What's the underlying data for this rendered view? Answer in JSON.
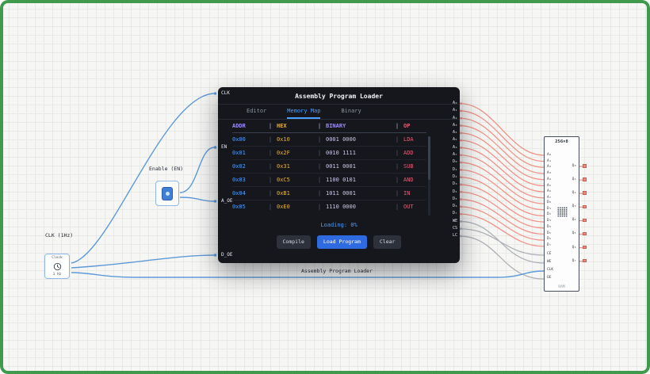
{
  "frame": {
    "border_color": "#3f9a4e"
  },
  "loader_panel": {
    "title": "Assembly Program Loader",
    "tabs": [
      {
        "label": "Editor",
        "active": false
      },
      {
        "label": "Memory Map",
        "active": true
      },
      {
        "label": "Binary",
        "active": false
      }
    ],
    "table": {
      "separator": "|",
      "headers": {
        "addr": "ADDR",
        "hex": "HEX",
        "binary": "BINARY",
        "op": "OP"
      },
      "rows": [
        {
          "addr": "0x00",
          "hex": "0x10",
          "binary": "0001 0000",
          "op": "LDA"
        },
        {
          "addr": "0x01",
          "hex": "0x2F",
          "binary": "0010 1111",
          "op": "ADD"
        },
        {
          "addr": "0x02",
          "hex": "0x31",
          "binary": "0011 0001",
          "op": "SUB"
        },
        {
          "addr": "0x03",
          "hex": "0xC5",
          "binary": "1100 0101",
          "op": "AND"
        },
        {
          "addr": "0x04",
          "hex": "0xB1",
          "binary": "1011 0001",
          "op": "IN"
        },
        {
          "addr": "0x05",
          "hex": "0xE0",
          "binary": "1110 0000",
          "op": "OUT"
        }
      ]
    },
    "loading_text": "Loading: 0%",
    "buttons": {
      "compile": "Compile",
      "load": "Load Program",
      "clear": "Clear"
    },
    "input_ports": [
      "CLK",
      "EN",
      "A_OE",
      "D_OE"
    ],
    "output_ports": [
      "A₀",
      "A₁",
      "A₂",
      "A₃",
      "A₄",
      "A₅",
      "A₆",
      "A₇",
      "D₀",
      "D₁",
      "D₂",
      "D₃",
      "D₄",
      "D₅",
      "D₆",
      "D₇",
      "WE",
      "CS",
      "LC"
    ]
  },
  "clock": {
    "label": "CLK (1Hz)",
    "name": "Clock",
    "freq": "1 Hz",
    "icon": "clock-icon"
  },
  "enable": {
    "label": "Enable (EN)",
    "icon": "push-button-icon"
  },
  "wire_label": "Assembly Program Loader",
  "ram": {
    "title": "256×8",
    "label": "RAM",
    "icon": "memory-grid-icon",
    "address_pins": [
      "A₀",
      "A₁",
      "A₂",
      "A₃",
      "A₄",
      "A₅",
      "A₆",
      "A₇"
    ],
    "data_pins": [
      "D₀",
      "D₁",
      "D₂",
      "D₃",
      "D₄",
      "D₅",
      "D₆",
      "D₇"
    ],
    "control_pins": [
      "CE",
      "WE",
      "CLK",
      "OE"
    ],
    "output_pins": [
      "Q₀",
      "Q₁",
      "Q₂",
      "Q₃",
      "Q₄",
      "Q₅",
      "Q₆",
      "Q₇"
    ]
  },
  "colors": {
    "accent_blue": "#4d9fff",
    "button_primary": "#2f6be0",
    "wire_blue": "#5e9ad8",
    "wire_salmon": "#f0948a",
    "wire_gray": "#aeb2b8",
    "led_red": "#f0897c"
  }
}
